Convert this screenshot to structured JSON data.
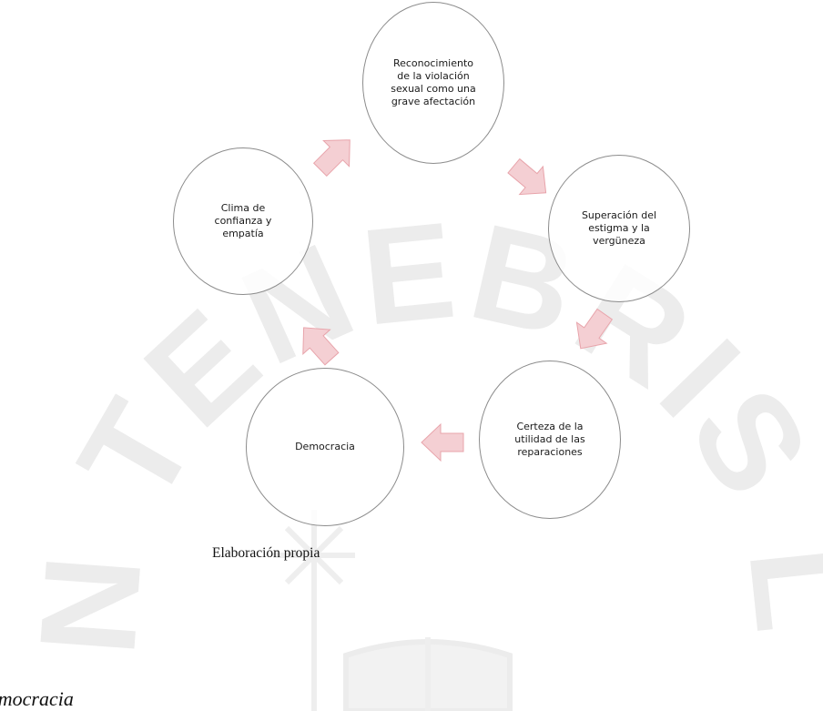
{
  "diagram": {
    "nodes": [
      {
        "id": "reconocimiento",
        "label": "Reconocimiento\nde la violación\nsexual como una\ngrave afectación"
      },
      {
        "id": "superacion",
        "label": "Superación del\nestigma y la\nvergüneza"
      },
      {
        "id": "certeza",
        "label": "Certeza de la\nutilidad de las\nreparaciones"
      },
      {
        "id": "democracia",
        "label": "Democracia"
      },
      {
        "id": "clima",
        "label": "Clima de\nconfianza y\nempatía"
      }
    ],
    "edges": [
      {
        "from": "reconocimiento",
        "to": "superacion"
      },
      {
        "from": "superacion",
        "to": "certeza"
      },
      {
        "from": "certeza",
        "to": "democracia"
      },
      {
        "from": "democracia",
        "to": "clima"
      },
      {
        "from": "clima",
        "to": "reconocimiento"
      }
    ],
    "arrow_color": "#f4cfd3",
    "arrow_stroke": "#e8a4ab",
    "node_border_color": "#8c8c8c"
  },
  "caption": "Elaboración propia",
  "next_heading": "emocracia",
  "watermark": {
    "text": "LUX IN TENEBRIS LUCET",
    "color": "#e6e6e6"
  }
}
